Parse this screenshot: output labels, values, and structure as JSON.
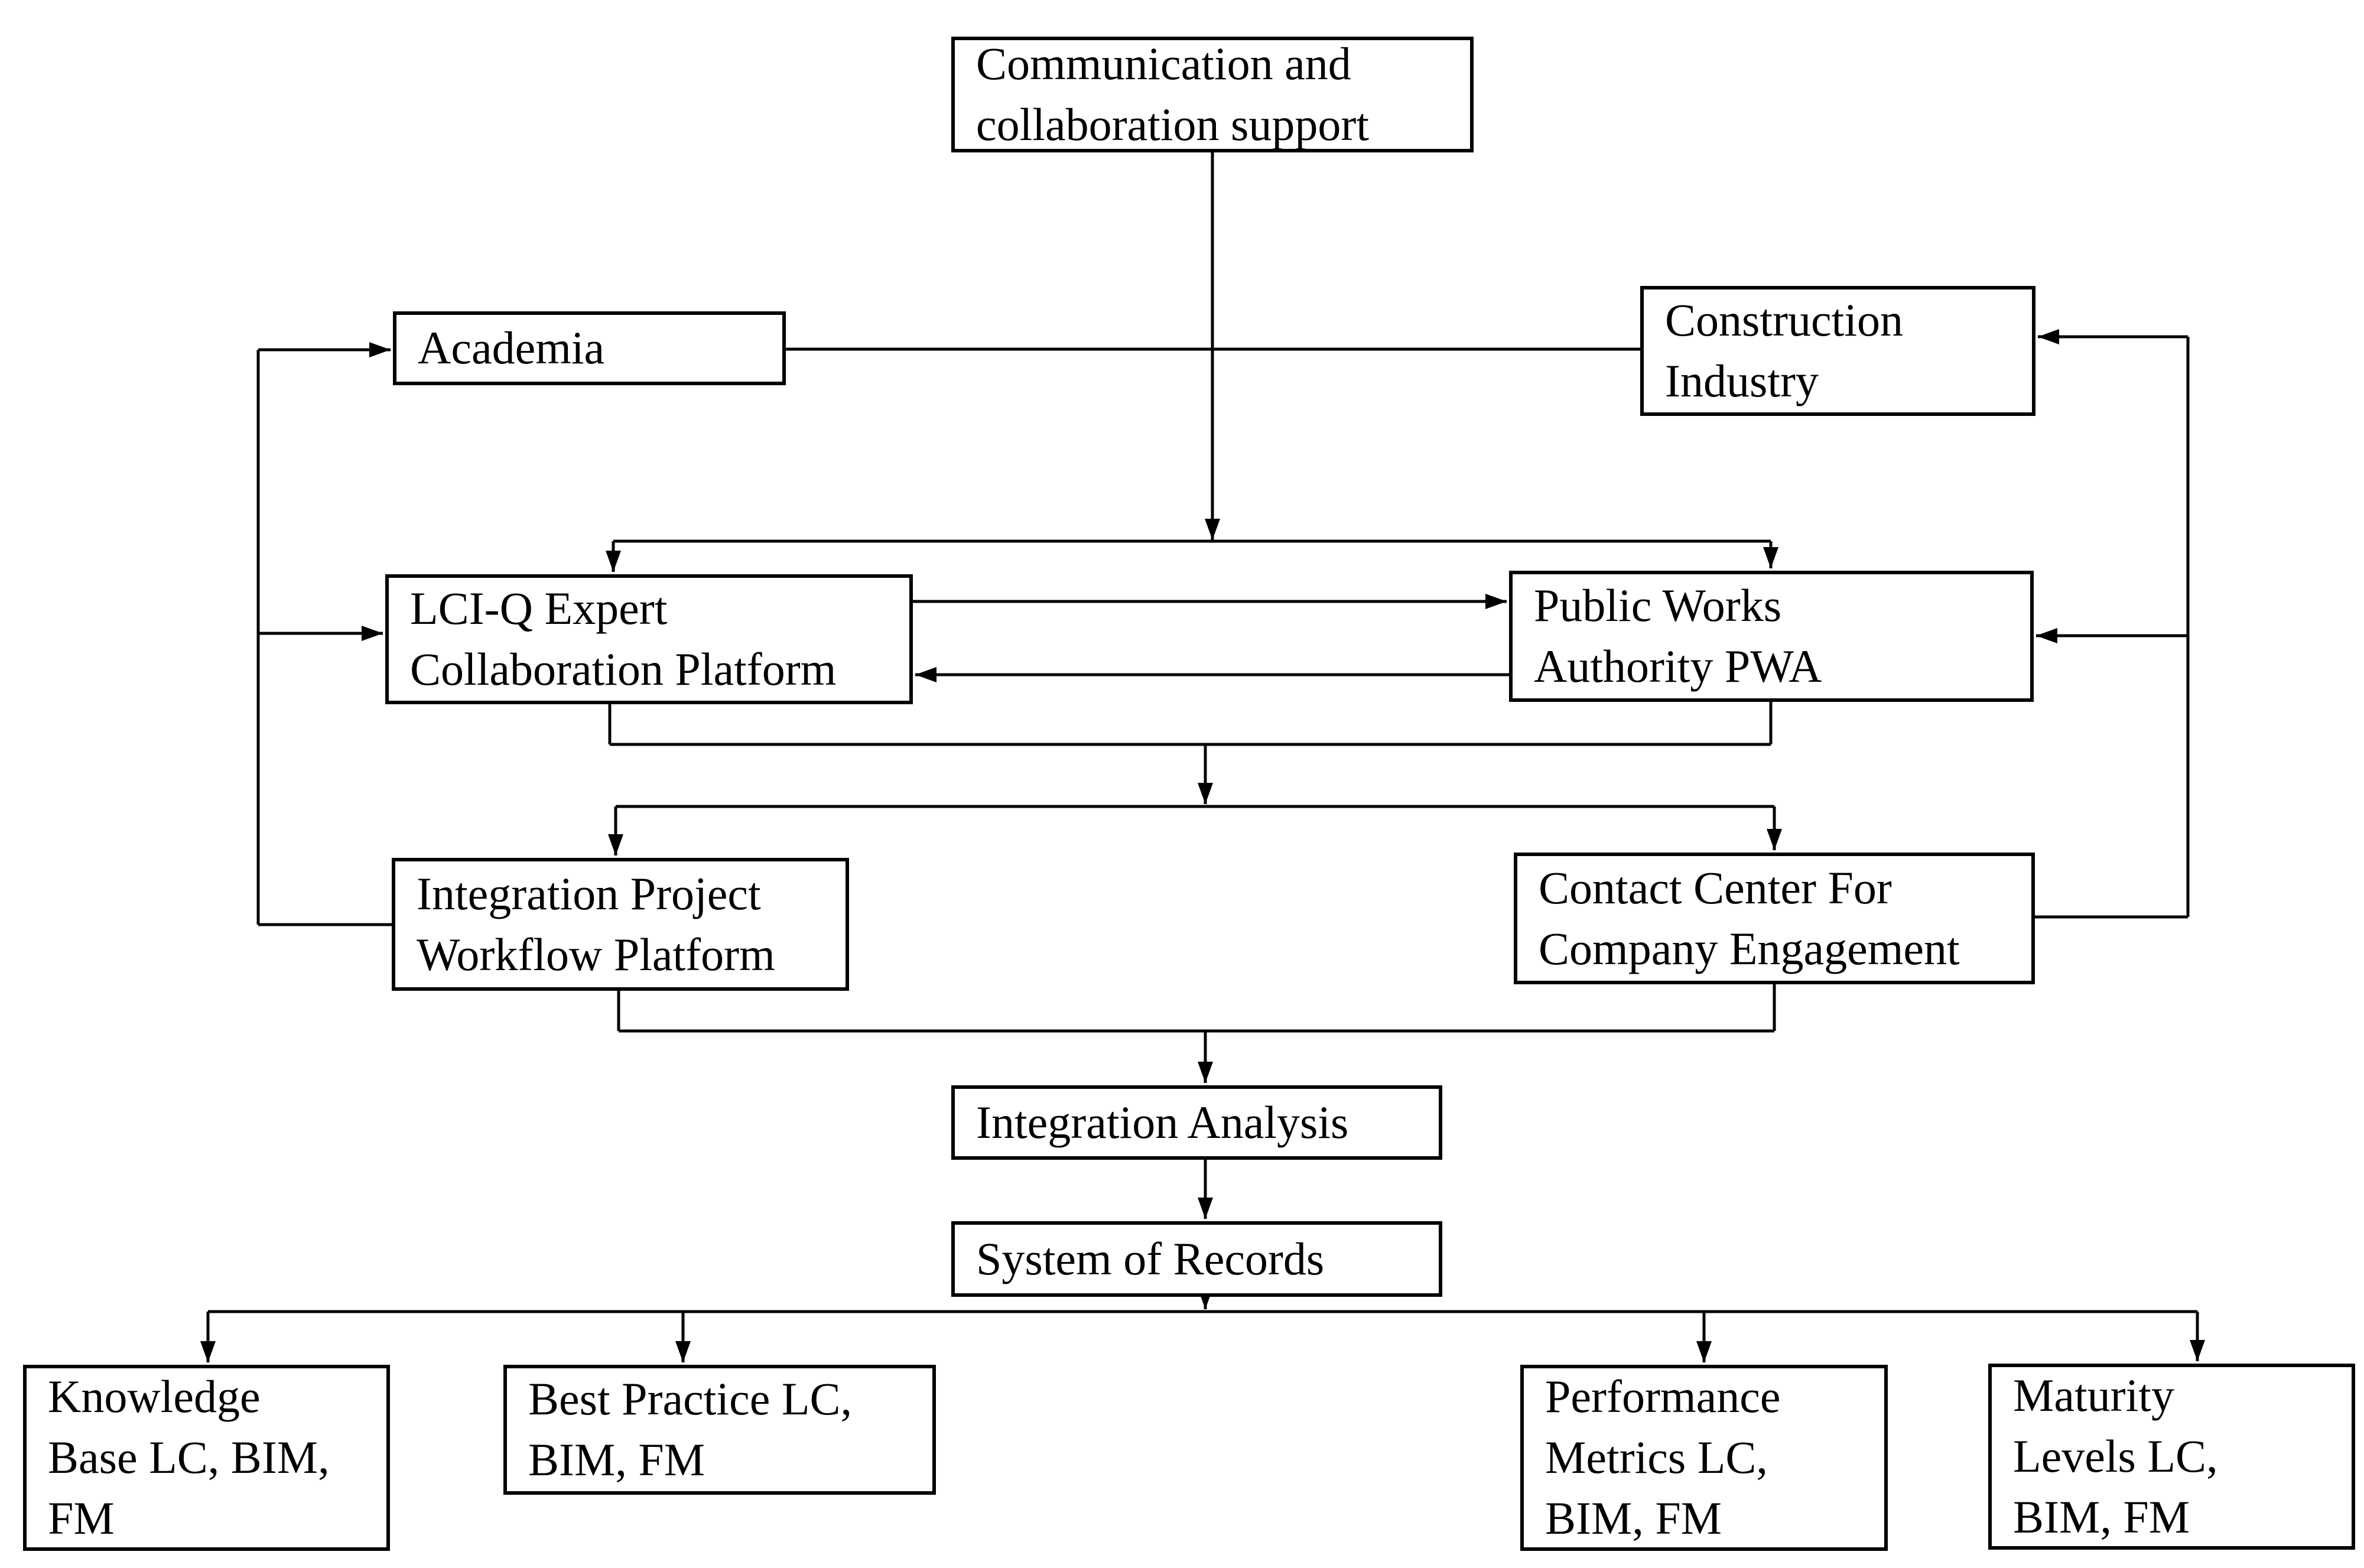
{
  "diagram": {
    "background_color": "#ffffff",
    "line_color": "#000000",
    "nodes": {
      "communication": {
        "lines": [
          "Communication and",
          "collaboration support"
        ]
      },
      "academia": {
        "lines": [
          "Academia"
        ]
      },
      "construction_industry": {
        "lines": [
          "Construction",
          "Industry"
        ]
      },
      "lciq_platform": {
        "lines": [
          "LCI-Q Expert",
          "Collaboration Platform"
        ]
      },
      "pwa": {
        "lines": [
          "Public Works",
          "Authority PWA"
        ]
      },
      "integration_project": {
        "lines": [
          "Integration Project",
          "Workflow Platform"
        ]
      },
      "contact_center": {
        "lines": [
          "Contact Center For",
          "Company Engagement"
        ]
      },
      "integration_analysis": {
        "lines": [
          "Integration Analysis"
        ]
      },
      "system_of_records": {
        "lines": [
          "System of Records"
        ]
      },
      "knowledge_base": {
        "lines": [
          "Knowledge",
          "Base LC, BIM,",
          "FM"
        ]
      },
      "best_practice": {
        "lines": [
          "Best Practice LC,",
          "BIM, FM"
        ]
      },
      "performance_metrics": {
        "lines": [
          "Performance",
          "Metrics LC,",
          "BIM, FM"
        ]
      },
      "maturity_levels": {
        "lines": [
          "Maturity",
          "Levels LC,",
          "BIM, FM"
        ]
      }
    },
    "edges": [
      {
        "from": "communication",
        "to": "lciq_platform",
        "arrow": true
      },
      {
        "from": "communication",
        "to": "pwa",
        "arrow": true
      },
      {
        "from": "academia",
        "to": "construction_industry",
        "arrow": false
      },
      {
        "from": "lciq_platform",
        "to": "pwa",
        "arrow": true
      },
      {
        "from": "pwa",
        "to": "lciq_platform",
        "arrow": true
      },
      {
        "from": "integration_project",
        "to": "academia",
        "arrow": true
      },
      {
        "from": "integration_project",
        "to": "lciq_platform",
        "arrow": true
      },
      {
        "from": "contact_center",
        "to": "construction_industry",
        "arrow": true
      },
      {
        "from": "contact_center",
        "to": "pwa",
        "arrow": true
      },
      {
        "from": "lciq_platform",
        "to": "integration_project",
        "arrow": true
      },
      {
        "from": "lciq_platform",
        "to": "contact_center",
        "arrow": true
      },
      {
        "from": "pwa",
        "to": "integration_project",
        "arrow": true
      },
      {
        "from": "pwa",
        "to": "contact_center",
        "arrow": true
      },
      {
        "from": "integration_project",
        "to": "integration_analysis",
        "arrow": true
      },
      {
        "from": "contact_center",
        "to": "integration_analysis",
        "arrow": true
      },
      {
        "from": "integration_analysis",
        "to": "system_of_records",
        "arrow": true
      },
      {
        "from": "system_of_records",
        "to": "knowledge_base",
        "arrow": true
      },
      {
        "from": "system_of_records",
        "to": "best_practice",
        "arrow": true
      },
      {
        "from": "system_of_records",
        "to": "performance_metrics",
        "arrow": true
      },
      {
        "from": "system_of_records",
        "to": "maturity_levels",
        "arrow": true
      }
    ]
  }
}
